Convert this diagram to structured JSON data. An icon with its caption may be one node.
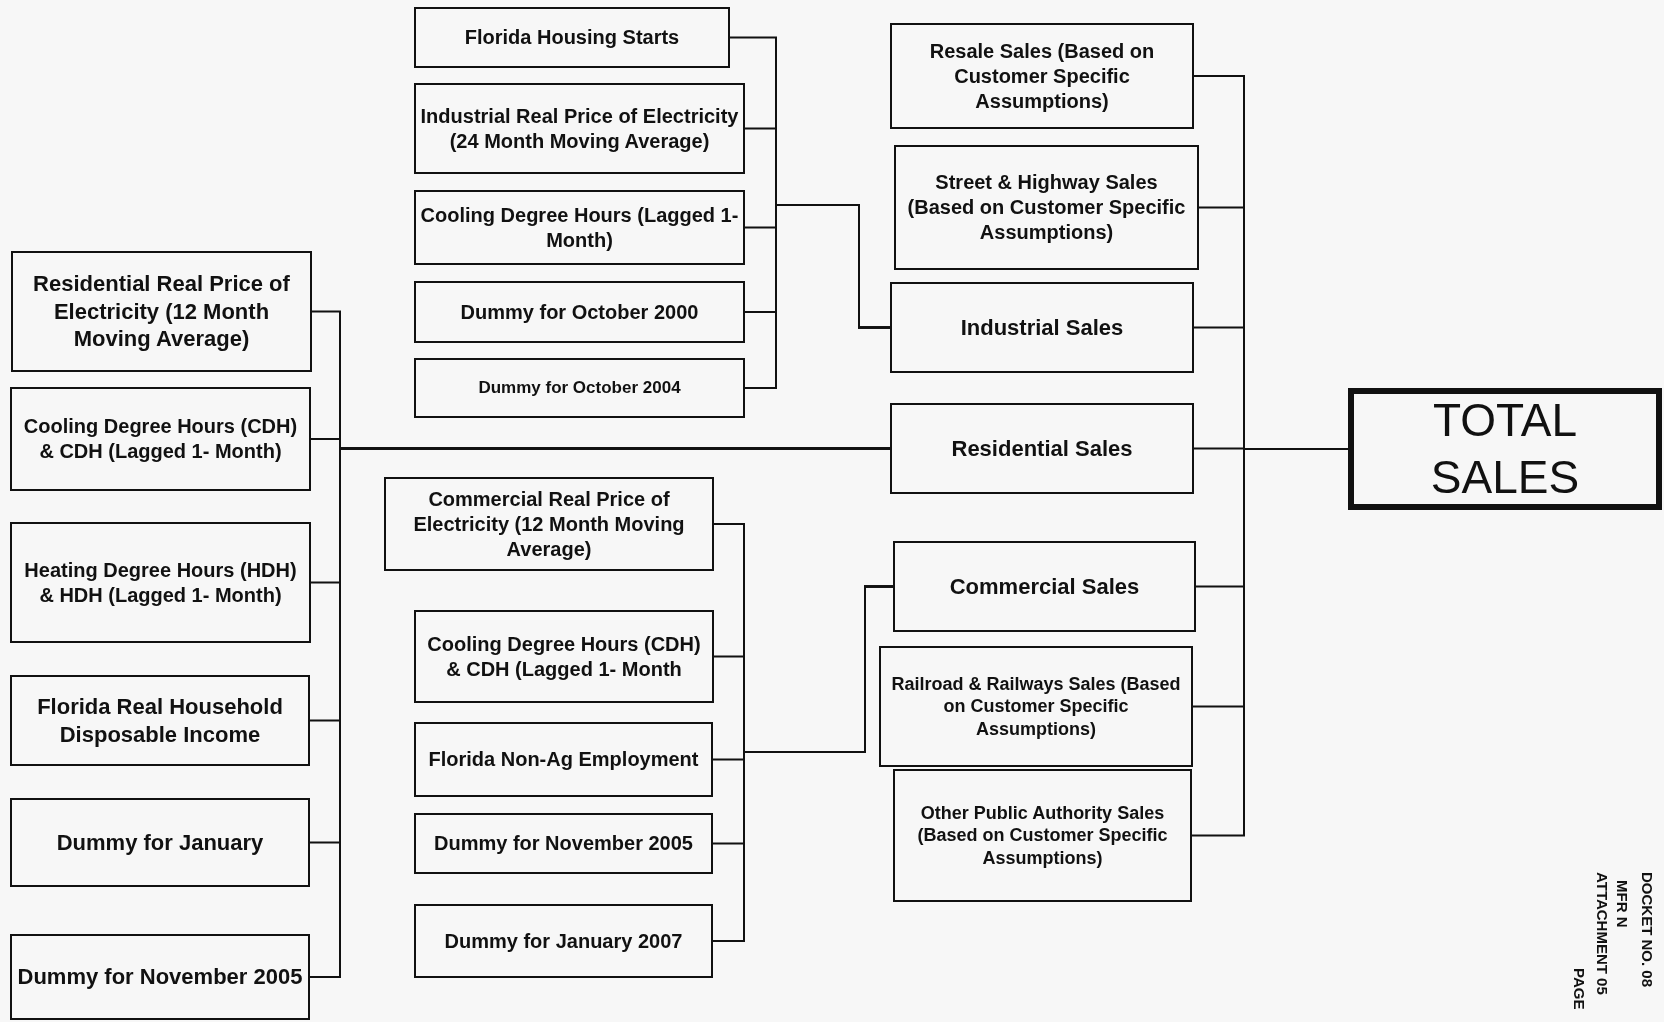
{
  "diagram": {
    "nodes": [
      {
        "text": [
          "Residential Real Price of Electricity (12 Month Moving Average)"
        ]
      },
      {
        "text": [
          "Cooling Degree Hours (CDH) & CDH (Lagged 1- Month)"
        ]
      },
      {
        "text": [
          "Heating Degree Hours (HDH) & HDH (Lagged 1- Month)"
        ]
      },
      {
        "text": [
          "Florida Real Household Disposable Income"
        ]
      },
      {
        "text": [
          "Dummy for January"
        ]
      },
      {
        "text": [
          "Dummy for November 2005"
        ]
      },
      {
        "text": [
          "Florida Housing Starts"
        ]
      },
      {
        "text": [
          "Industrial Real Price of Electricity (24 Month Moving Average)"
        ]
      },
      {
        "text": [
          "Cooling Degree Hours (Lagged 1- Month)"
        ]
      },
      {
        "text": [
          "Dummy for October 2000"
        ]
      },
      {
        "text": [
          "Dummy for October 2004"
        ]
      },
      {
        "text": [
          "Commercial Real Price of Electricity (12 Month Moving Average)"
        ]
      },
      {
        "text": [
          "Cooling Degree Hours (CDH) & CDH (Lagged 1- Month"
        ]
      },
      {
        "text": [
          "Florida Non-Ag Employment"
        ]
      },
      {
        "text": [
          "Dummy for November 2005"
        ]
      },
      {
        "text": [
          "Dummy for January 2007"
        ]
      },
      {
        "text": [
          "Resale Sales (Based on Customer Specific Assumptions)"
        ]
      },
      {
        "text": [
          "Street & Highway Sales (Based on Customer Specific Assumptions)"
        ]
      },
      {
        "text": [
          "Industrial Sales"
        ]
      },
      {
        "text": [
          "Residential Sales"
        ]
      },
      {
        "text": [
          "Commercial Sales"
        ]
      },
      {
        "text": [
          "Railroad & Railways Sales (Based on Customer Specific Assumptions)"
        ]
      },
      {
        "text": [
          "Other Public Authority Sales (Based on Customer Specific Assumptions)"
        ]
      },
      {
        "text": [
          "TOTAL SALES"
        ]
      }
    ],
    "edges": [
      {
        "from": 0,
        "to": 19,
        "arrow": "none"
      },
      {
        "from": 1,
        "to": 19,
        "arrow": "none"
      },
      {
        "from": 2,
        "to": 19,
        "arrow": "none"
      },
      {
        "from": 3,
        "to": 19,
        "arrow": "none"
      },
      {
        "from": 4,
        "to": 19,
        "arrow": "none"
      },
      {
        "from": 5,
        "to": 19,
        "arrow": "none"
      },
      {
        "from": 6,
        "to": 18,
        "arrow": "none"
      },
      {
        "from": 7,
        "to": 18,
        "arrow": "none"
      },
      {
        "from": 8,
        "to": 18,
        "arrow": "none"
      },
      {
        "from": 9,
        "to": 18,
        "arrow": "none"
      },
      {
        "from": 10,
        "to": 18,
        "arrow": "none"
      },
      {
        "from": 11,
        "to": 20,
        "arrow": "none"
      },
      {
        "from": 12,
        "to": 20,
        "arrow": "none"
      },
      {
        "from": 13,
        "to": 20,
        "arrow": "none"
      },
      {
        "from": 14,
        "to": 20,
        "arrow": "none"
      },
      {
        "from": 15,
        "to": 20,
        "arrow": "none"
      },
      {
        "from": 16,
        "to": 23,
        "arrow": "none"
      },
      {
        "from": 17,
        "to": 23,
        "arrow": "none"
      },
      {
        "from": 18,
        "to": 23,
        "arrow": "none"
      },
      {
        "from": 19,
        "to": 23,
        "arrow": "none"
      },
      {
        "from": 20,
        "to": 23,
        "arrow": "none"
      },
      {
        "from": 21,
        "to": 23,
        "arrow": "none"
      },
      {
        "from": 22,
        "to": 23,
        "arrow": "none"
      }
    ],
    "labels": [
      "DOCKET NO. 08",
      "MFR N",
      "ATTACHMENT 05",
      "PAGE"
    ]
  }
}
